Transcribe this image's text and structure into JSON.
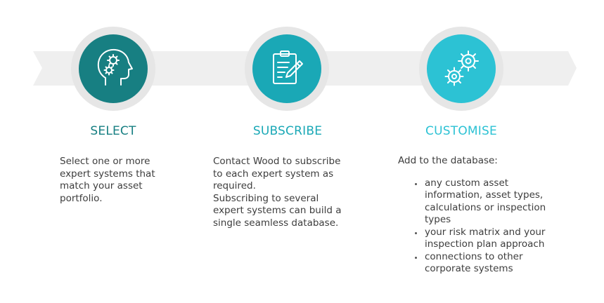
{
  "colors": {
    "band": "#efefef",
    "ring": "#e6e6e6",
    "select": "#177f82",
    "subscribe": "#1aa8b6",
    "customise": "#2cc2d4"
  },
  "steps": [
    {
      "title": "SELECT",
      "icon": "head-gears-icon",
      "lines": [
        "Select one or more",
        "expert systems that",
        "match your asset",
        "portfolio."
      ]
    },
    {
      "title": "SUBSCRIBE",
      "icon": "clipboard-pencil-icon",
      "lines": [
        "Contact Wood to subscribe",
        "to each expert system as",
        "required.",
        "Subscribing to several",
        "expert systems can build a",
        "single seamless database."
      ]
    },
    {
      "title": "CUSTOMISE",
      "icon": "gears-icon",
      "intro": "Add to the database:",
      "bullets": [
        [
          "any custom asset",
          "information, asset types,",
          "calculations or inspection",
          "types"
        ],
        [
          "your risk matrix and your",
          "inspection plan approach"
        ],
        [
          "connections to other",
          "corporate systems"
        ]
      ]
    }
  ]
}
